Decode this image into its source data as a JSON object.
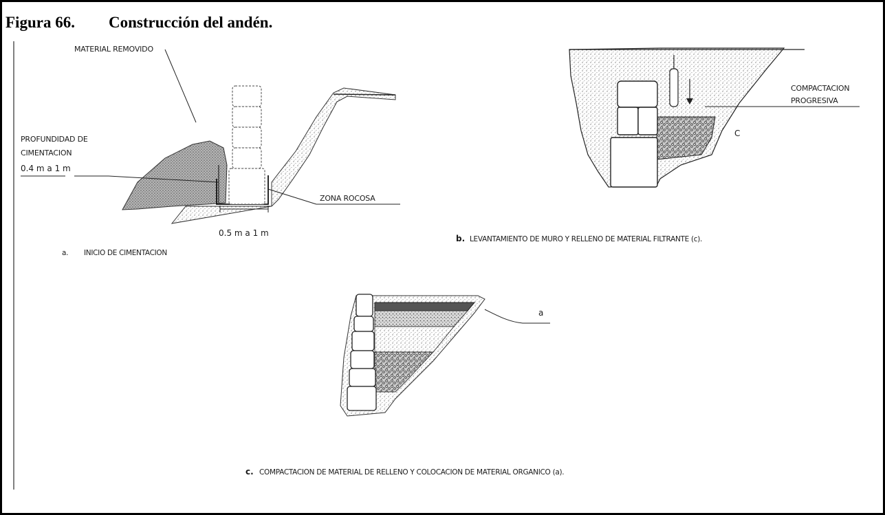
{
  "figure": {
    "number": "Figura 66.",
    "title": "Construcción del andén."
  },
  "panel_a": {
    "label_material": "MATERIAL REMOVIDO",
    "label_depth_line1": "PROFUNDIDAD DE",
    "label_depth_line2": "CIMENTACION",
    "label_depth_value": "0.4 m a 1 m",
    "label_rock": "ZONA ROCOSA",
    "label_width": "0.5 m a 1 m",
    "caption_letter": "a.",
    "caption": "INICIO DE CIMENTACION"
  },
  "panel_b": {
    "label_compaction_line1": "COMPACTACION",
    "label_compaction_line2": "PROGRESIVA",
    "label_c": "C",
    "caption_letter": "b.",
    "caption": "LEVANTAMIENTO DE MURO Y RELLENO DE MATERIAL FILTRANTE (c)."
  },
  "panel_c": {
    "label_a": "a",
    "caption_letter": "c.",
    "caption": "COMPACTACION DE MATERIAL DE RELLENO Y COLOCACION DE MATERIAL ORGANICO (a)."
  }
}
